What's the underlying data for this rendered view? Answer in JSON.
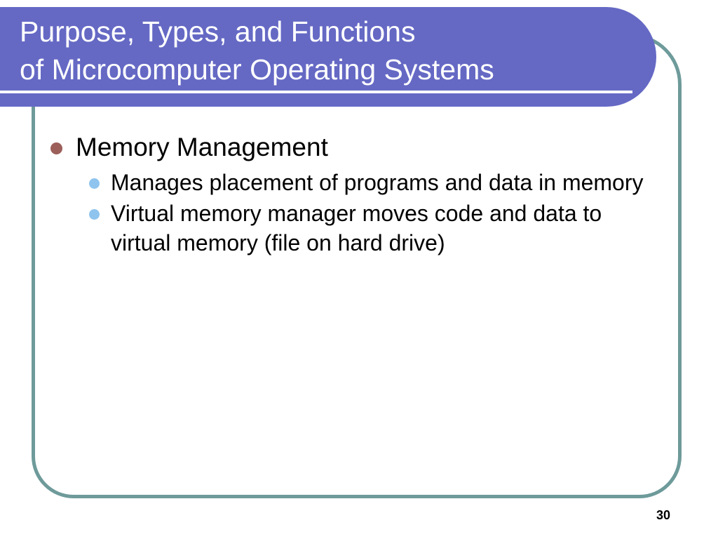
{
  "slide": {
    "title_line1": "Purpose, Types, and Functions",
    "title_line2": "of Microcomputer Operating Systems",
    "title_full": "Purpose, Types, and Functions\nof Microcomputer Operating Systems",
    "page_number": "30",
    "colors": {
      "title_bar": "#6569c4",
      "title_text": "#ffffff",
      "frame_border": "#6e9a9a",
      "bullet_level1": "#9c5f5a",
      "bullet_level2": "#8fc4ee",
      "body_text": "#000000",
      "background": "#ffffff"
    },
    "bullets": [
      {
        "level": 1,
        "text": "Memory Management"
      },
      {
        "level": 2,
        "text": "Manages placement of programs and data in memory"
      },
      {
        "level": 2,
        "text": "Virtual memory manager moves code and data to virtual memory (file on hard drive)"
      }
    ]
  }
}
